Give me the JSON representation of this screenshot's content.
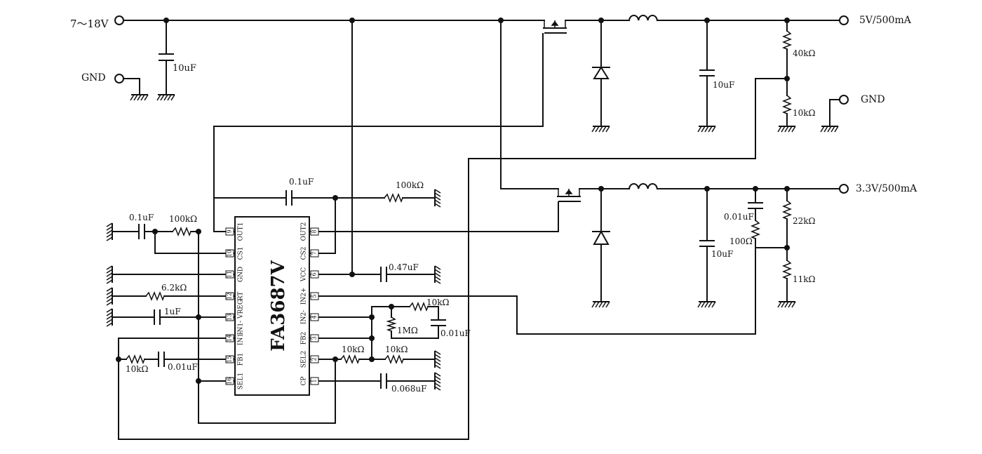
{
  "labels": {
    "vin": "7～18V",
    "gnd_in": "GND",
    "c_in": "10uF",
    "out5": "5V/500mA",
    "gnd_out": "GND",
    "r40k": "40kΩ",
    "r10k_fb1": "10kΩ",
    "c_out5": "10uF",
    "out33": "3.3V/500mA",
    "c_out33": "10uF",
    "c001_comp": "0.01uF",
    "r100": "100Ω",
    "r22k": "22kΩ",
    "r11k": "11kΩ",
    "c01_top": "0.1uF",
    "r100k_top": "100kΩ",
    "c01_left": "0.1uF",
    "r100k_left": "100kΩ",
    "r62k": "6.2kΩ",
    "c1u": "1uF",
    "r10k_left": "10kΩ",
    "c001_left": "0.01uF",
    "c047": "0.47uF",
    "r10k_in2": "10kΩ",
    "r1m": "1MΩ",
    "c001_in2": "0.01uF",
    "r10k_sel_a": "10kΩ",
    "r10k_sel_b": "10kΩ",
    "c0068": "0.068uF"
  },
  "chip": {
    "name": "FA3687V",
    "left_pins": [
      {
        "num": "9",
        "name": "OUT1"
      },
      {
        "num": "10",
        "name": "CS1"
      },
      {
        "num": "11",
        "name": "GND"
      },
      {
        "num": "12",
        "name": "RT"
      },
      {
        "num": "13",
        "name": "IN1- VREG"
      },
      {
        "num": "14",
        "name": "IN1-"
      },
      {
        "num": "15",
        "name": "FB1"
      },
      {
        "num": "16",
        "name": "SEL1"
      }
    ],
    "right_pins": [
      {
        "num": "8",
        "name": "OUT2"
      },
      {
        "num": "7",
        "name": "CS2"
      },
      {
        "num": "6",
        "name": "VCC"
      },
      {
        "num": "5",
        "name": "IN2+"
      },
      {
        "num": "4",
        "name": "IN2-"
      },
      {
        "num": "3",
        "name": "FB2"
      },
      {
        "num": "2",
        "name": "SEL2"
      },
      {
        "num": "1",
        "name": "CP"
      }
    ]
  }
}
